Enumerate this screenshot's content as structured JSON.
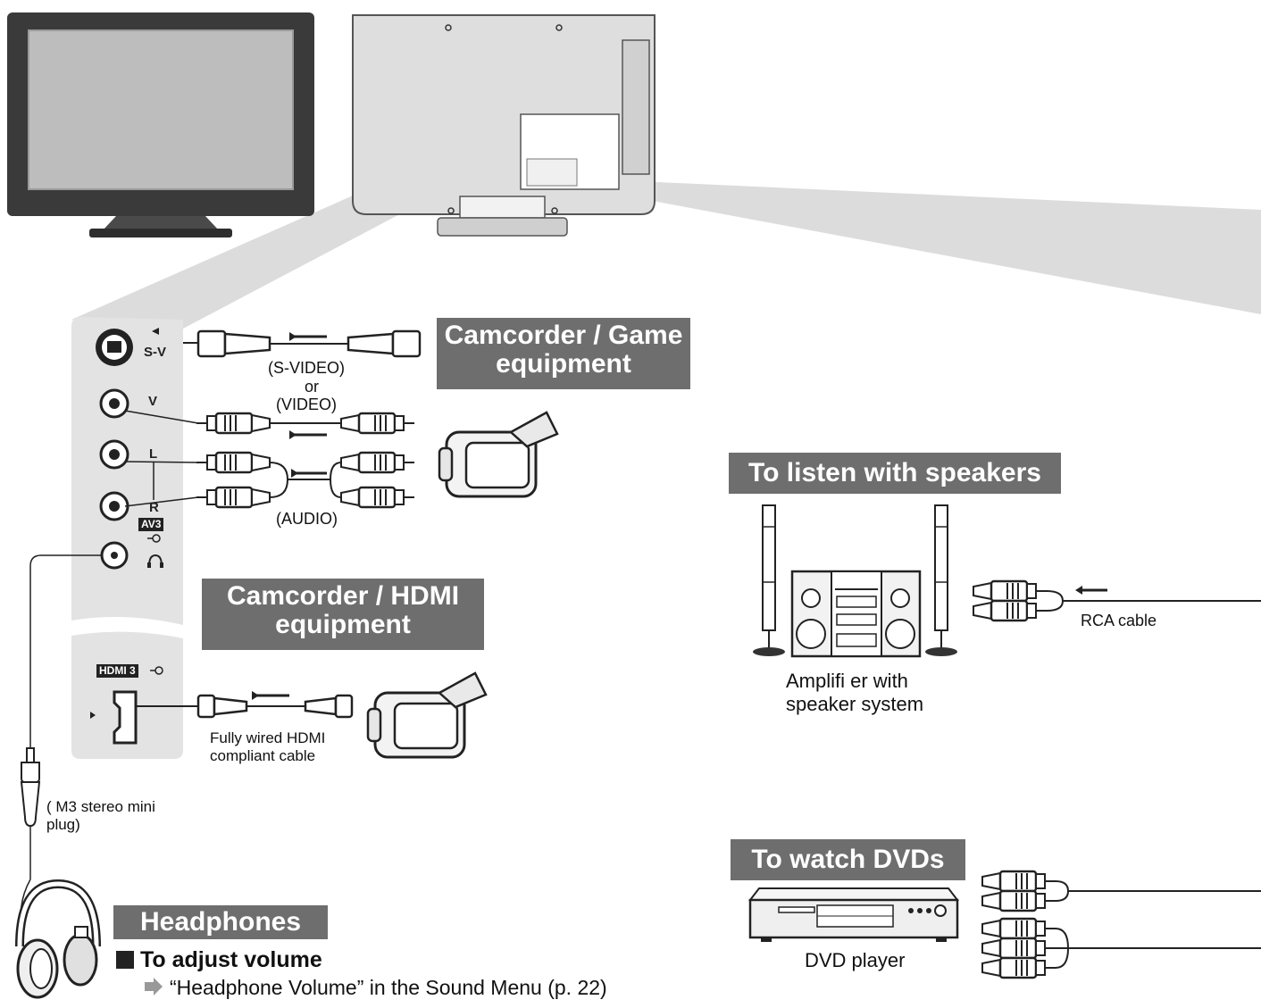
{
  "ports": {
    "s_video": "S-V",
    "video": "V",
    "audio_left": "L",
    "audio_right": "R",
    "av3": "AV3",
    "hdmi3": "HDMI 3"
  },
  "cables": {
    "s_video": "(S-VIDEO)",
    "or": "or",
    "video": "(VIDEO)",
    "audio": "(AUDIO)",
    "hdmi": "Fully wired HDMI compliant cable",
    "rca": "RCA cable",
    "plug": "( M3 stereo mini plug)"
  },
  "banners": {
    "camcorder_game": "Camcorder / Game equipment",
    "camcorder_hdmi": "Camcorder / HDMI equipment",
    "speakers": "To listen with speakers",
    "dvds": "To watch DVDs",
    "headphones": "Headphones"
  },
  "devices": {
    "amplifier": "Amplifi er with speaker system",
    "dvd_player": "DVD player"
  },
  "instructions": {
    "heading": "To adjust volume",
    "text": "“Headphone Volume” in the Sound Menu (p. 22)"
  },
  "colors": {
    "banner": "#6e6e6e",
    "panel": "#e3e3e3",
    "tv_body": "#3a3a3a",
    "tv_screen": "#bdbdbd"
  }
}
